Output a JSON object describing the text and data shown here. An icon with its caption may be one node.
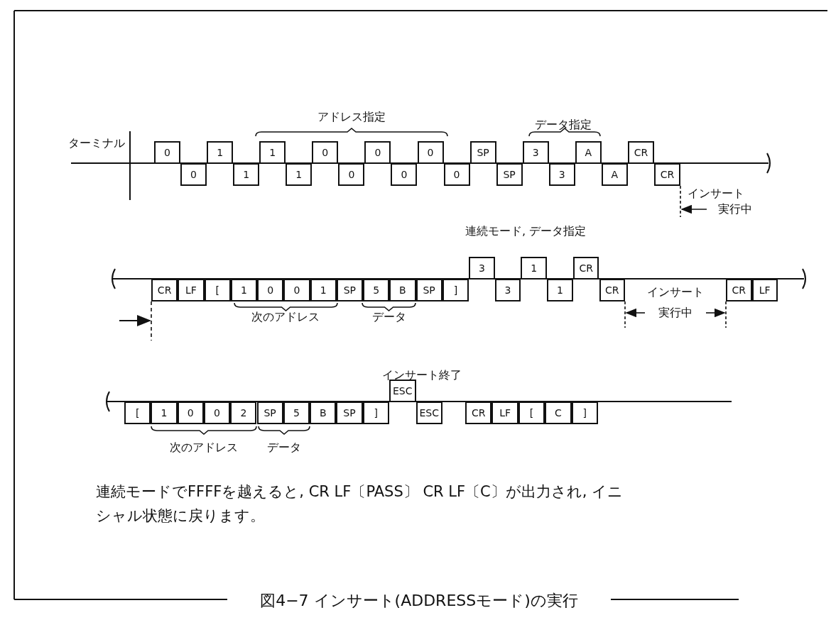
{
  "diagram": {
    "caption": "図4−7 インサート(ADDRESSモード)の実行",
    "nodes": [
      {
        "text": [
          "0"
        ]
      },
      {
        "text": [
          "0"
        ]
      },
      {
        "text": [
          "1"
        ]
      },
      {
        "text": [
          "1"
        ]
      },
      {
        "text": [
          "1"
        ]
      },
      {
        "text": [
          "1"
        ]
      },
      {
        "text": [
          "0"
        ]
      },
      {
        "text": [
          "0"
        ]
      },
      {
        "text": [
          "0"
        ]
      },
      {
        "text": [
          "0"
        ]
      },
      {
        "text": [
          "0"
        ]
      },
      {
        "text": [
          "0"
        ]
      },
      {
        "text": [
          "SP"
        ]
      },
      {
        "text": [
          "SP"
        ]
      },
      {
        "text": [
          "3"
        ]
      },
      {
        "text": [
          "3"
        ]
      },
      {
        "text": [
          "A"
        ]
      },
      {
        "text": [
          "A"
        ]
      },
      {
        "text": [
          "CR"
        ]
      },
      {
        "text": [
          "CR"
        ]
      },
      {
        "text": [
          "CR"
        ]
      },
      {
        "text": [
          "LF"
        ]
      },
      {
        "text": [
          "["
        ]
      },
      {
        "text": [
          "1"
        ]
      },
      {
        "text": [
          "0"
        ]
      },
      {
        "text": [
          "0"
        ]
      },
      {
        "text": [
          "1"
        ]
      },
      {
        "text": [
          "SP"
        ]
      },
      {
        "text": [
          "5"
        ]
      },
      {
        "text": [
          "B"
        ]
      },
      {
        "text": [
          "SP"
        ]
      },
      {
        "text": [
          "]"
        ]
      },
      {
        "text": [
          "3"
        ]
      },
      {
        "text": [
          "3"
        ]
      },
      {
        "text": [
          "1"
        ]
      },
      {
        "text": [
          "1"
        ]
      },
      {
        "text": [
          "CR"
        ]
      },
      {
        "text": [
          "CR"
        ]
      },
      {
        "text": [
          "CR"
        ]
      },
      {
        "text": [
          "LF"
        ]
      },
      {
        "text": [
          "["
        ]
      },
      {
        "text": [
          "1"
        ]
      },
      {
        "text": [
          "0"
        ]
      },
      {
        "text": [
          "0"
        ]
      },
      {
        "text": [
          "2"
        ]
      },
      {
        "text": [
          "SP"
        ]
      },
      {
        "text": [
          "5"
        ]
      },
      {
        "text": [
          "B"
        ]
      },
      {
        "text": [
          "SP"
        ]
      },
      {
        "text": [
          "]"
        ]
      },
      {
        "text": [
          "ESC"
        ]
      },
      {
        "text": [
          "ESC"
        ]
      },
      {
        "text": [
          "CR"
        ]
      },
      {
        "text": [
          "LF"
        ]
      },
      {
        "text": [
          "["
        ]
      },
      {
        "text": [
          "C"
        ]
      },
      {
        "text": [
          "]"
        ]
      }
    ],
    "labels": [
      "アドレス指定",
      "データ指定",
      "ターミナル",
      "インサート",
      "実行中",
      "連続モード, データ指定",
      "次のアドレス",
      "データ",
      "インサート",
      "実行中",
      "インサート終了",
      "次のアドレス",
      "データ",
      "連続モードでFFFFを越えると, CR LF〔PASS〕 CR LF〔C〕が出力され, イニシャル状態に戻ります。"
    ]
  }
}
